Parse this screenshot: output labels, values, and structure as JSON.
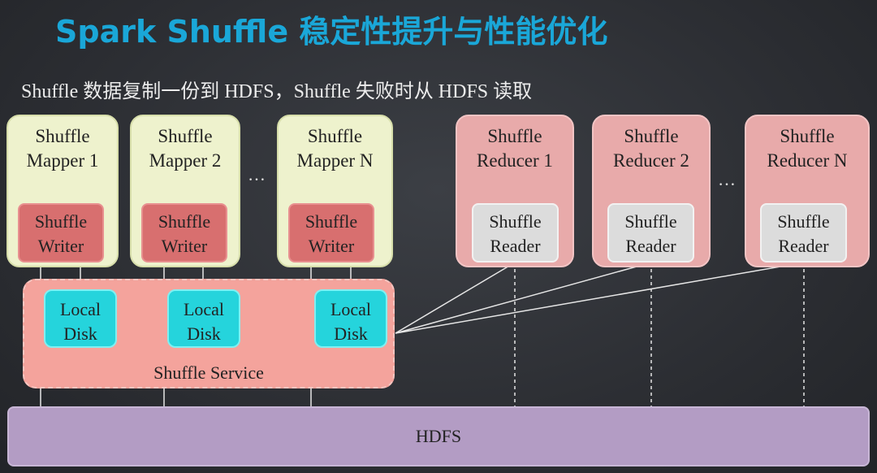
{
  "title": "Spark Shuffle 稳定性提升与性能优化",
  "subtitle": "Shuffle 数据复制一份到 HDFS，Shuffle 失败时从 HDFS 读取",
  "mappers": [
    {
      "line1": "Shuffle",
      "line2": "Mapper 1",
      "writer1": "Shuffle",
      "writer2": "Writer"
    },
    {
      "line1": "Shuffle",
      "line2": "Mapper 2",
      "writer1": "Shuffle",
      "writer2": "Writer"
    },
    {
      "line1": "Shuffle",
      "line2": "Mapper N",
      "writer1": "Shuffle",
      "writer2": "Writer"
    }
  ],
  "reducers": [
    {
      "line1": "Shuffle",
      "line2": "Reducer 1",
      "reader1": "Shuffle",
      "reader2": "Reader"
    },
    {
      "line1": "Shuffle",
      "line2": "Reducer 2",
      "reader1": "Shuffle",
      "reader2": "Reader"
    },
    {
      "line1": "Shuffle",
      "line2": "Reducer N",
      "reader1": "Shuffle",
      "reader2": "Reader"
    }
  ],
  "disks": [
    {
      "line1": "Local",
      "line2": "Disk"
    },
    {
      "line1": "Local",
      "line2": "Disk"
    },
    {
      "line1": "Local",
      "line2": "Disk"
    }
  ],
  "ellipsis": "…",
  "shuffle_service": "Shuffle Service",
  "hdfs": "HDFS",
  "colors": {
    "title": "#1aa7d8",
    "mapper": "#eef2cd",
    "writer": "#d86f6f",
    "reducer": "#e8aaaa",
    "reader": "#dcdcdc",
    "service": "#f4a39c",
    "disk": "#25d4dc",
    "hdfs": "#b39cc4"
  }
}
